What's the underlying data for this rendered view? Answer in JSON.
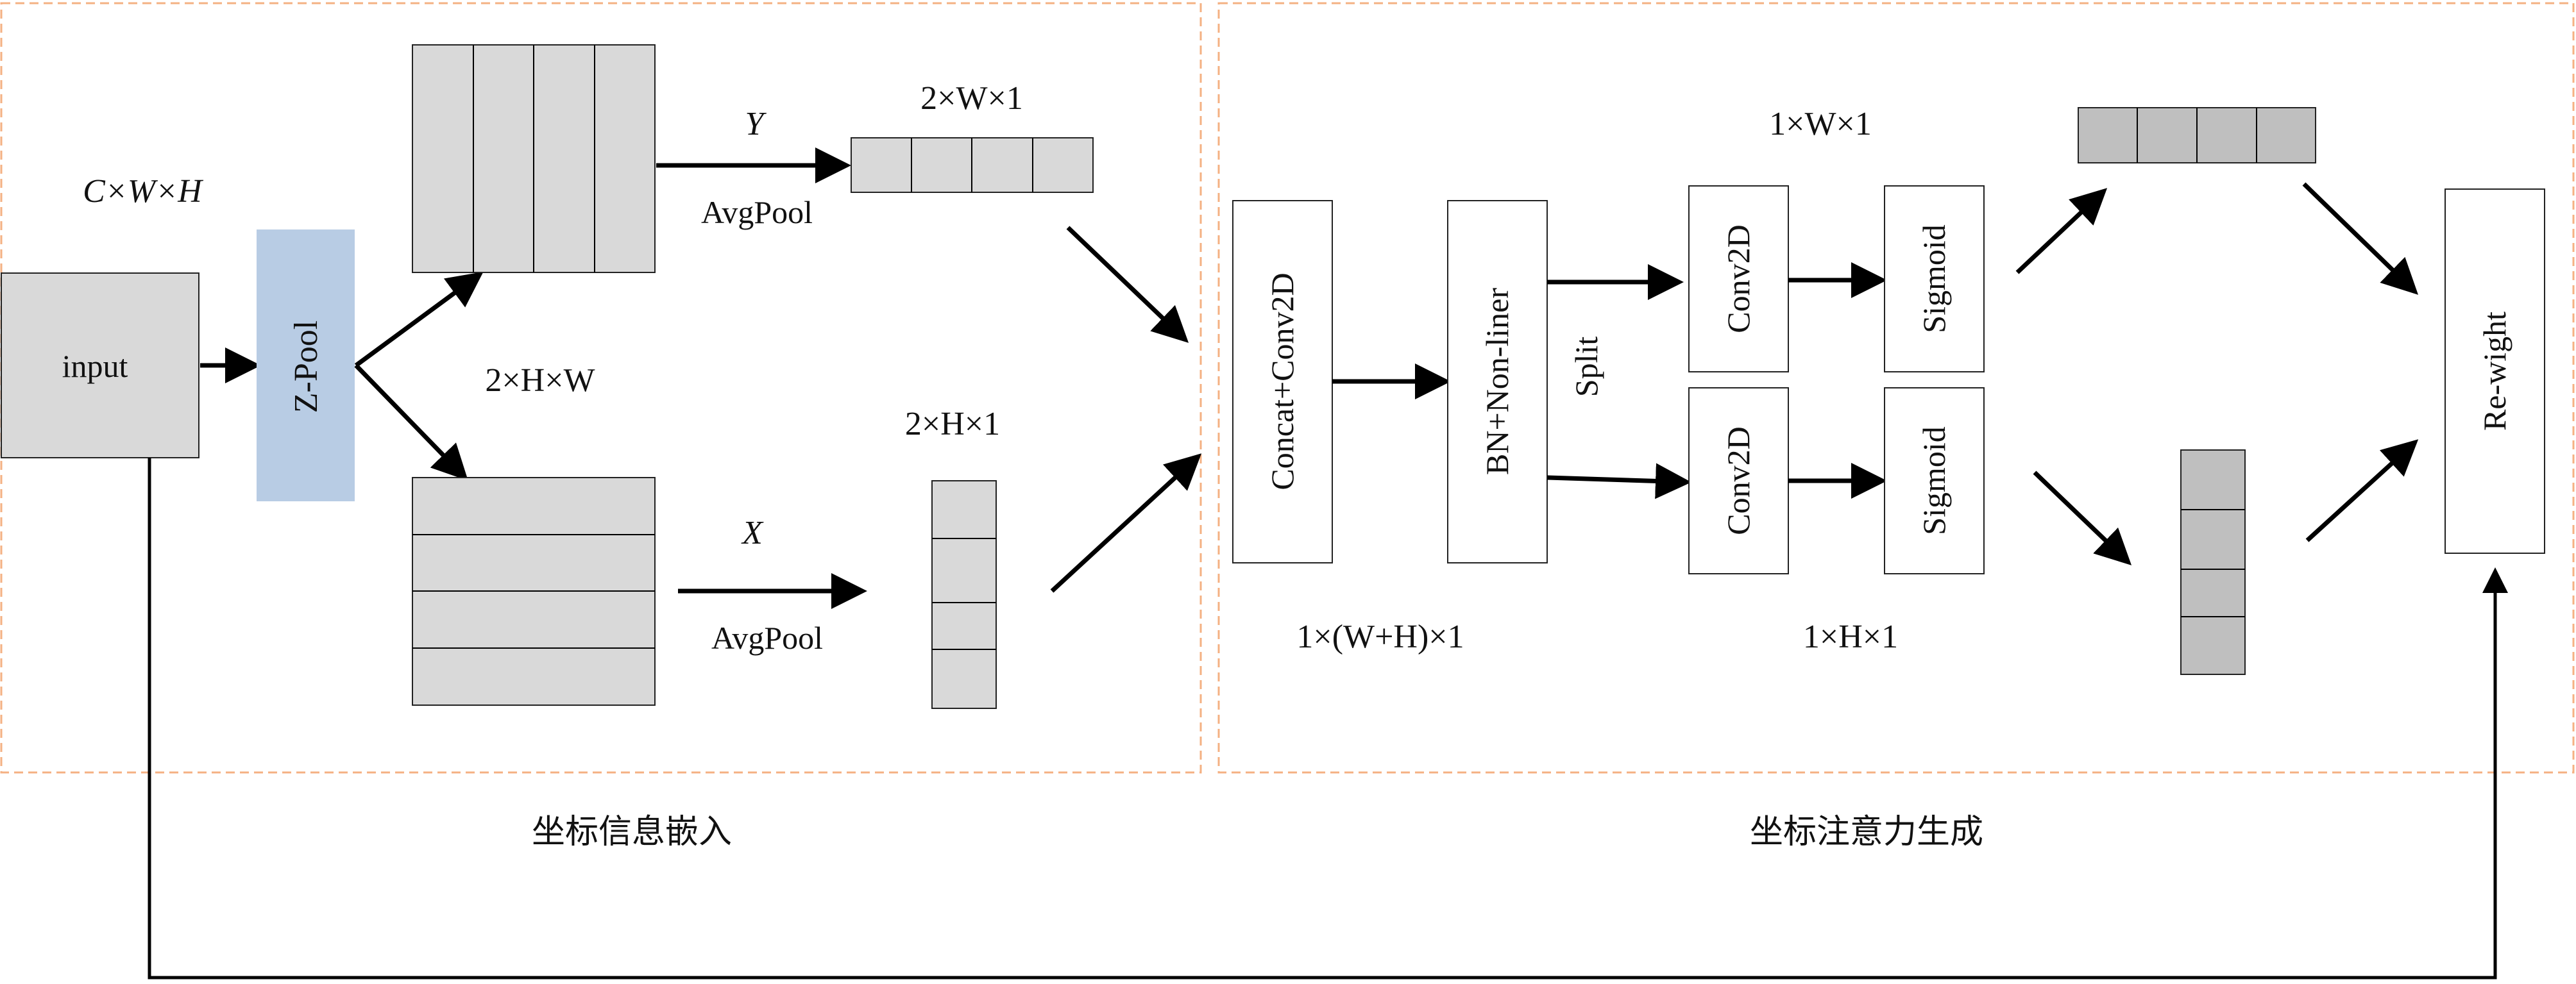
{
  "labels": {
    "input": "input",
    "dims_input": "C×W×H",
    "zpool": "Z-Pool",
    "dims_pool": "2×H×W",
    "axis_y": "Y",
    "axis_x": "X",
    "avgpool_top": "AvgPool",
    "avgpool_bottom": "AvgPool",
    "dims_top_vec": "2×W×1",
    "dims_bottom_vec": "2×H×1",
    "concat_conv": "Concat+Conv2D",
    "bn_nonliner": "BN+Non-liner",
    "split": "Split",
    "conv_top": "Conv2D",
    "conv_bottom": "Conv2D",
    "sigmoid_top": "Sigmoid",
    "sigmoid_bottom": "Sigmoid",
    "dims_concat": "1×(W+H)×1",
    "dims_attn_top": "1×W×1",
    "dims_attn_bottom": "1×H×1",
    "reweight": "Re-wight"
  },
  "sections": {
    "left": "坐标信息嵌入",
    "right": "坐标注意力生成"
  }
}
